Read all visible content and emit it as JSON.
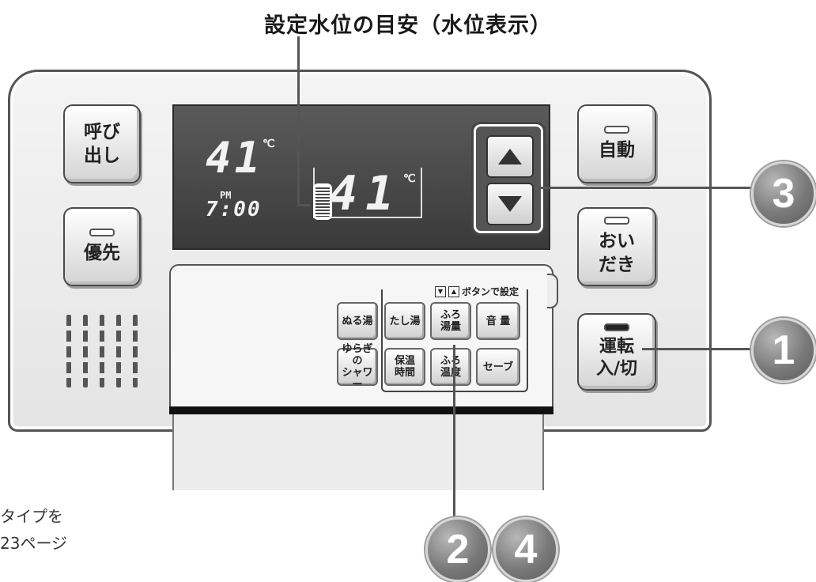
{
  "title": "設定水位の目安（水位表示）",
  "buttons": {
    "call": "呼び\n出し",
    "priority": "優先",
    "auto": "自動",
    "reheat": "おい\nだき",
    "power": "運転\n入/切"
  },
  "display": {
    "set_temp": "41",
    "temp_unit": "℃",
    "ampm": "PM",
    "time": "7:00",
    "bath_temp": "41",
    "bath_unit": "℃"
  },
  "lid": {
    "hint": "ボタンで設定",
    "keys": [
      "ぬる湯",
      "たし湯",
      "ふろ\n湯量",
      "音 量",
      "ゆらぎの\nシャワー",
      "保温\n時間",
      "ふろ\n温度",
      "セーブ"
    ]
  },
  "callouts": [
    "1",
    "2",
    "3",
    "4"
  ],
  "note": "タイプを\n23ページ"
}
